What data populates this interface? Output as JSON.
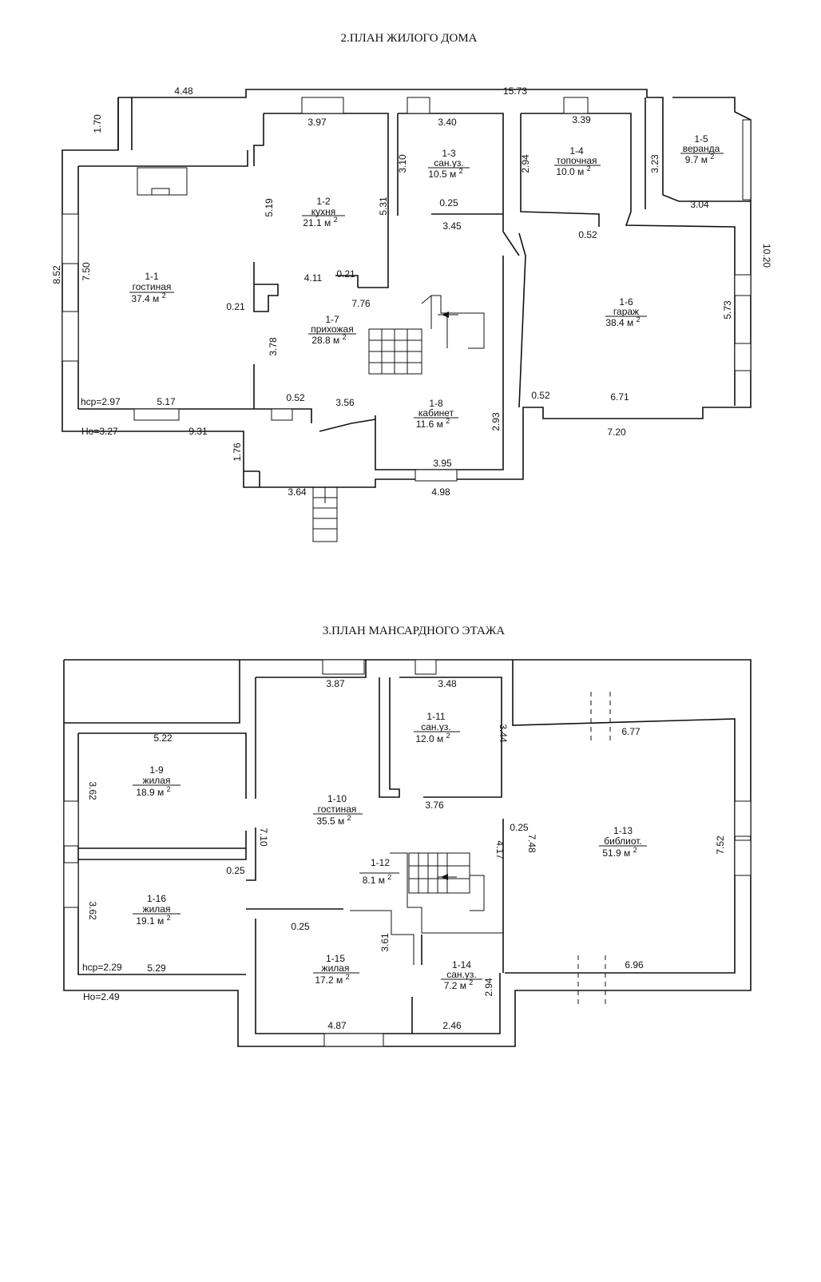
{
  "plan1": {
    "title": "2.ПЛАН ЖИЛОГО ДОМА",
    "rooms": [
      {
        "num": "1-1",
        "name": "гостиная",
        "area": "37.4 м ",
        "sup": "2"
      },
      {
        "num": "1-2",
        "name": "кухня",
        "area": "21.1 м ",
        "sup": "2"
      },
      {
        "num": "1-3",
        "name": "сан.уз.",
        "area": "10.5 м ",
        "sup": "2"
      },
      {
        "num": "1-4",
        "name": "топочная",
        "area": "10.0 м ",
        "sup": "2"
      },
      {
        "num": "1-5",
        "name": "веранда",
        "area": "9.7 м ",
        "sup": "2"
      },
      {
        "num": "1-6",
        "name": "гараж",
        "area": "38.4 м ",
        "sup": "2"
      },
      {
        "num": "1-7",
        "name": "прихожая",
        "area": "28.8 м ",
        "sup": "2"
      },
      {
        "num": "1-8",
        "name": "кабинет",
        "area": "11.6 м ",
        "sup": "2"
      }
    ],
    "dims": [
      "4.48",
      "15.73",
      "1.70",
      "3.97",
      "3.40",
      "3.39",
      "3.10",
      "2.94",
      "3.23",
      "5.19",
      "5.31",
      "0.25",
      "3.45",
      "3.04",
      "0.52",
      "10.20",
      "8.52",
      "7.50",
      "4.11",
      "0.21",
      "0.21",
      "7.76",
      "5.73",
      "3.78",
      "hср=2.97",
      "5.17",
      "0.52",
      "3.56",
      "2.93",
      "0.52",
      "6.71",
      "Но=3.27",
      "9.31",
      "7.20",
      "1.76",
      "3.95",
      "3.64",
      "4.98"
    ]
  },
  "plan2": {
    "title": "3.ПЛАН МАНСАРДНОГО ЭТАЖА",
    "rooms": [
      {
        "num": "1-9",
        "name": "жилая",
        "area": "18.9 м ",
        "sup": "2"
      },
      {
        "num": "1-10",
        "name": "гостиная",
        "area": "35.5 м ",
        "sup": "2"
      },
      {
        "num": "1-11",
        "name": "сан.уз.",
        "area": "12.0 м ",
        "sup": "2"
      },
      {
        "num": "1-12",
        "name": "",
        "area": "8.1 м ",
        "sup": "2"
      },
      {
        "num": "1-13",
        "name": "библиот.",
        "area": "51.9 м ",
        "sup": "2"
      },
      {
        "num": "1-14",
        "name": "сан.уз.",
        "area": "7.2 м ",
        "sup": "2"
      },
      {
        "num": "1-15",
        "name": "жилая",
        "area": "17.2 м ",
        "sup": "2"
      },
      {
        "num": "1-16",
        "name": "жилая",
        "area": "19.1 м ",
        "sup": "2"
      }
    ],
    "dims": [
      "3.87",
      "3.48",
      "5.22",
      "3.44",
      "6.77",
      "3.62",
      "3.76",
      "0.25",
      "7.10",
      "7.48",
      "4.17",
      "7.52",
      "0.25",
      "3.62",
      "0.25",
      "3.61",
      "hср=2.29",
      "5.29",
      "6.96",
      "2.94",
      "Но=2.49",
      "4.87",
      "2.46"
    ]
  }
}
